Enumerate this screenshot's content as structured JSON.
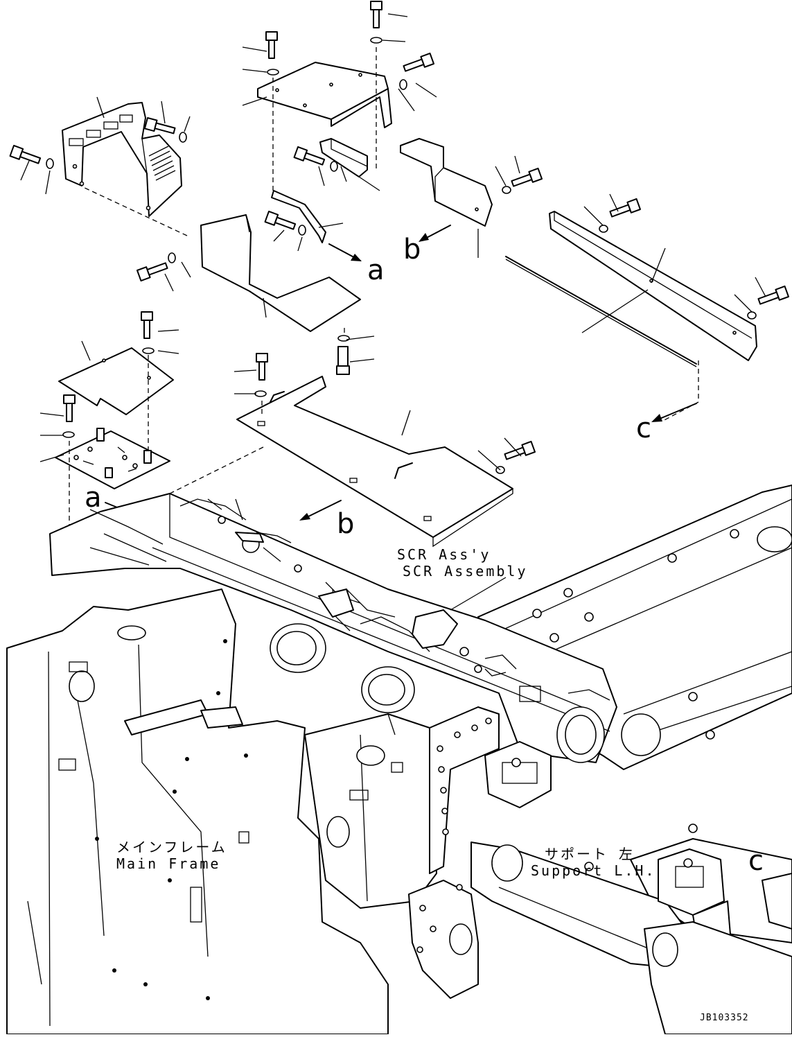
{
  "callouts": {
    "a_top": "a",
    "b_top": "b",
    "c_top": "c",
    "a_bottom": "a",
    "b_bottom": "b",
    "c_bottom": "c"
  },
  "labels": {
    "scr_jp": "SCR Ass'y",
    "scr_en": "SCR Assembly",
    "frame_jp": "メインフレーム",
    "frame_en": "Main Frame",
    "support_jp": "サポート 左",
    "support_en": "Support L.H."
  },
  "drawing_code": "JB103352"
}
